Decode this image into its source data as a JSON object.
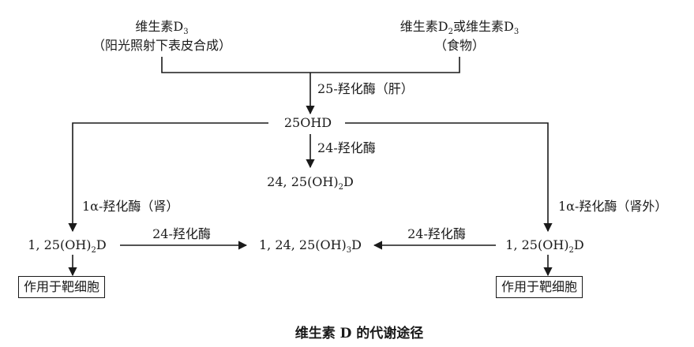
{
  "nodes": {
    "skin_source": {
      "name": "维生素D",
      "sub": "3",
      "note": "（阳光照射下表皮合成）"
    },
    "food_source": {
      "name_a": "维生素D",
      "sub_a": "2",
      "mid": "或维生素D",
      "sub_b": "3",
      "note": "（食物）"
    },
    "hydroxy25": "25OHD",
    "inactive_24_25": {
      "pre": "24, 25(OH)",
      "sub": "2",
      "post": "D"
    },
    "active_left": {
      "pre": "1, 25(OH)",
      "sub": "2",
      "post": "D"
    },
    "active_right": {
      "pre": "1, 25(OH)",
      "sub": "2",
      "post": "D"
    },
    "inactive_1_24_25": {
      "pre": "1, 24, 25(OH)",
      "sub": "3",
      "post": "D"
    },
    "target_left": "作用于靶细胞",
    "target_right": "作用于靶细胞"
  },
  "enzymes": {
    "liver": "25-羟化酶（肝）",
    "hydroxylase24_center": "24-羟化酶",
    "kidney": "1α-羟化酶（肾）",
    "extrarenal": "1α-羟化酶（肾外）",
    "hydroxylase24_left": "24-羟化酶",
    "hydroxylase24_right": "24-羟化酶"
  },
  "caption": "维生素 D 的代谢途径",
  "colors": {
    "ink": "#1a1a1a",
    "background": "#ffffff"
  }
}
